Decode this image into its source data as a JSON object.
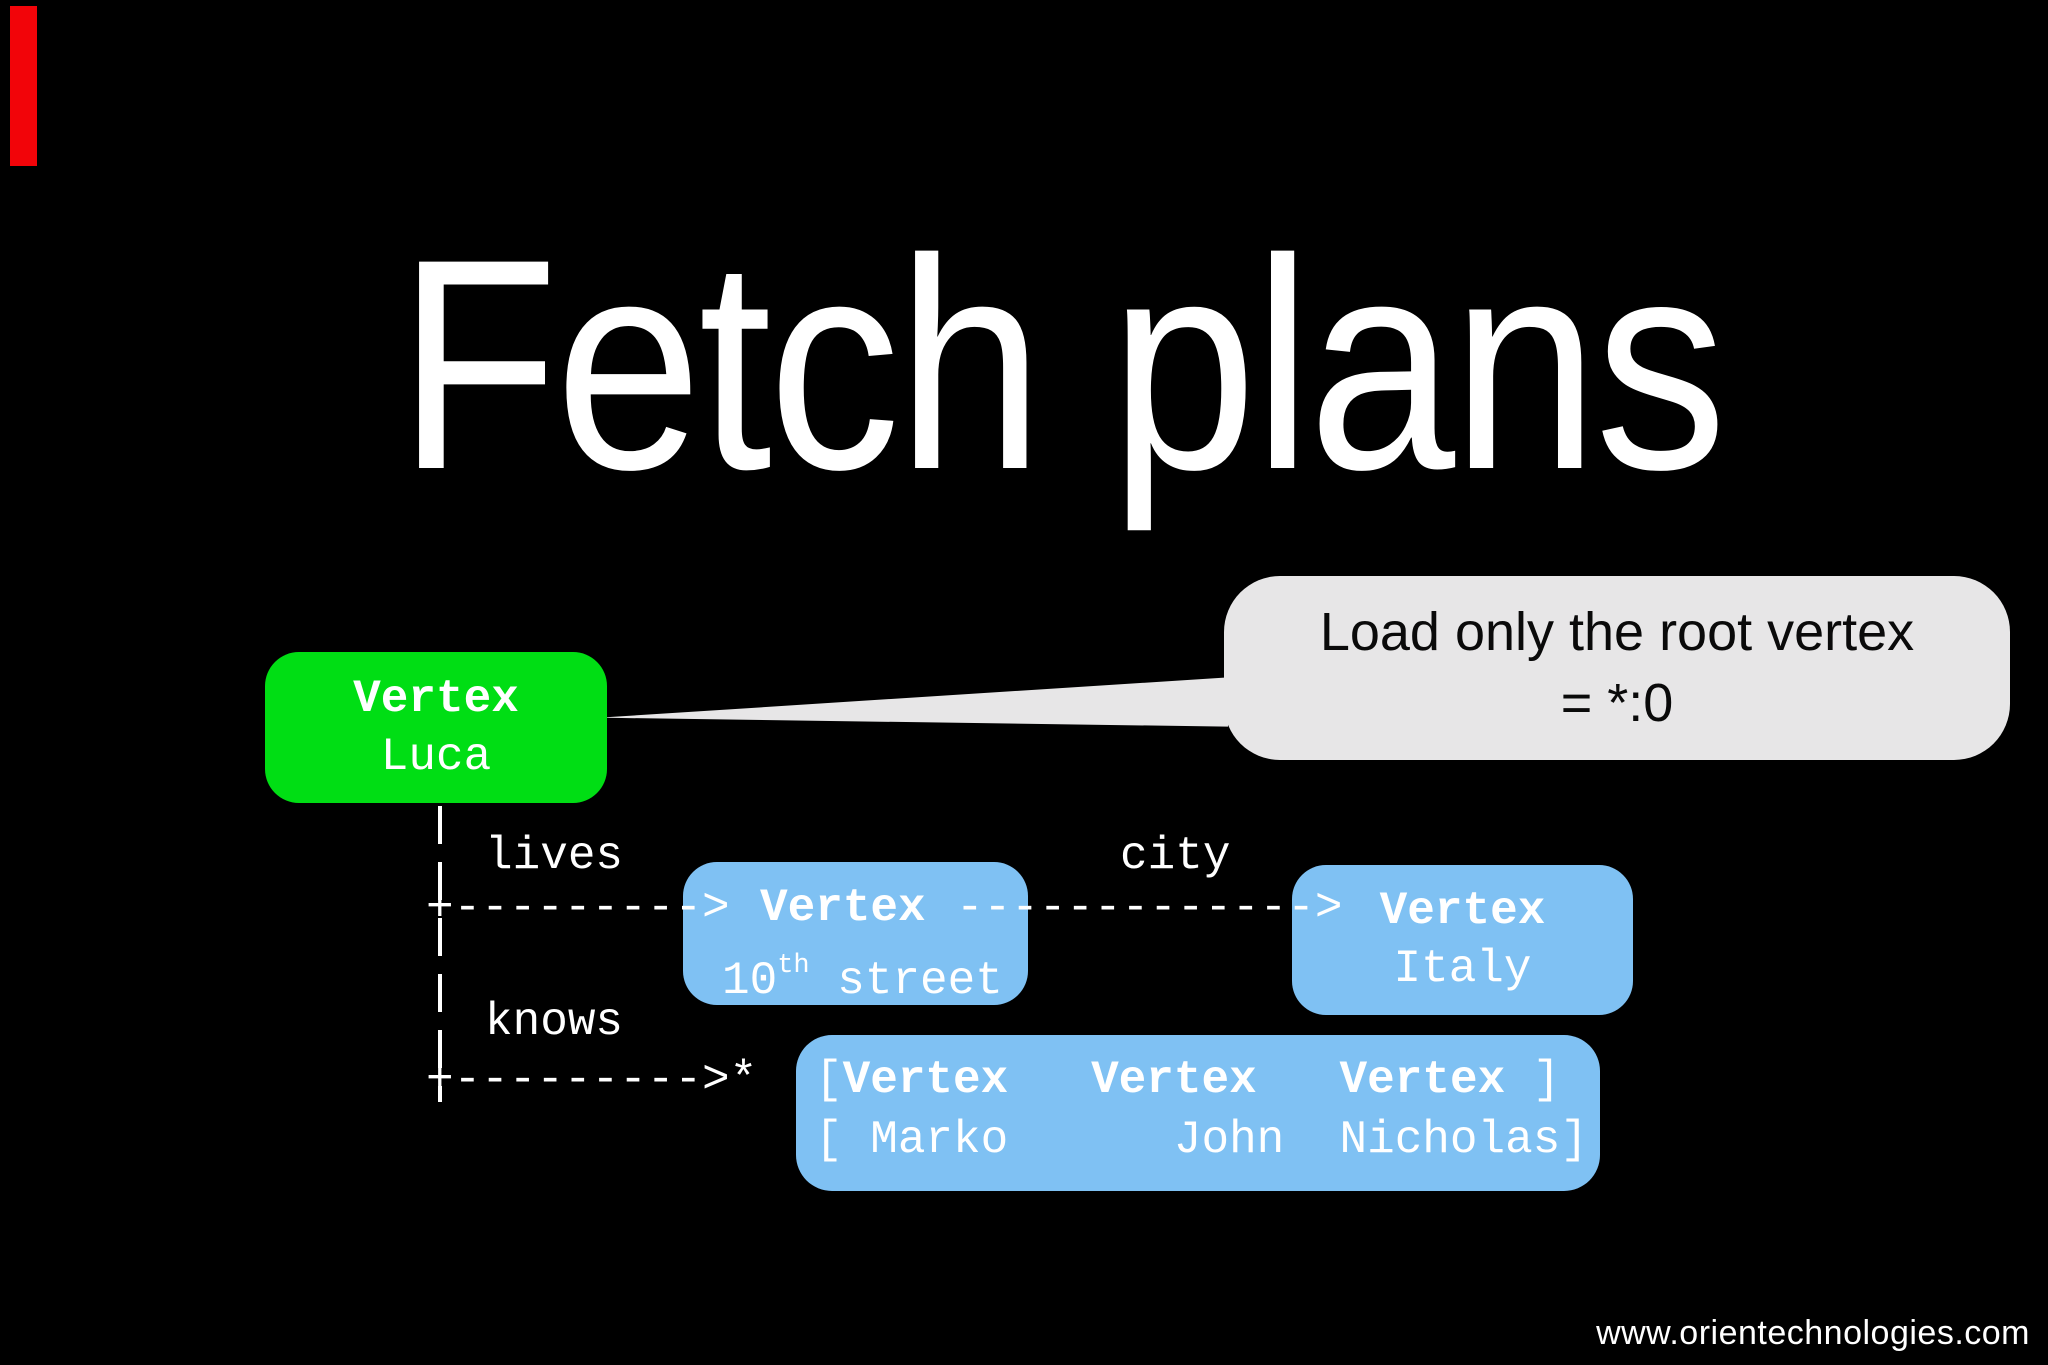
{
  "colors": {
    "background": "#000000",
    "accent_green": "#00de14",
    "accent_blue": "#7fc1f3",
    "callout_bg": "#e7e6e7",
    "red_marker": "#f20409"
  },
  "title": "Fetch plans",
  "callout": {
    "line1": "Load only the root vertex",
    "line2": "= *:0"
  },
  "diagram": {
    "root_vertex": {
      "type": "Vertex",
      "name": "Luca"
    },
    "edge_lives_label": "lives",
    "edge_city_label": "city",
    "edge_knows_label": "knows",
    "arrow_lives": "+--------->",
    "arrow_city": "------------->",
    "arrow_knows": "+--------->*",
    "address_vertex": {
      "type": "Vertex",
      "number": "10",
      "ordinal": "th",
      "street": " street"
    },
    "city_vertex": {
      "type": "Vertex",
      "name": "Italy"
    },
    "knows_list": {
      "bracket_open": "[",
      "v1": "Vertex",
      "sep1": "   ",
      "v2": "Vertex",
      "sep2": "   ",
      "v3": "Vertex",
      "bracket_close": " ]",
      "names_row": "[ Marko      John  Nicholas]"
    }
  },
  "footer": {
    "url": "www.orientechnologies.com"
  }
}
